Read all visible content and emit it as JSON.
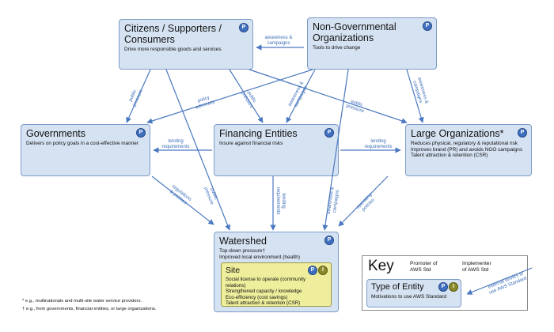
{
  "colors": {
    "box_fill": "#d5e2f1",
    "box_border": "#7d9cc7",
    "arrow": "#4a78c0",
    "site_fill": "#eeee9c",
    "promoter_badge": "#3f6fbf",
    "implementer_badge": "#8a8a2a"
  },
  "badges": {
    "promoter": "P",
    "implementer": "I"
  },
  "nodes": {
    "citizens": {
      "title": "Citizens / Supporters / Consumers",
      "desc": "Drive more responsible goods and services"
    },
    "ngo": {
      "title": "Non-Governmental Organizations",
      "desc": "Tools to drive change"
    },
    "governments": {
      "title": "Governments",
      "desc": "Delivers on policy goals in a cost-effective manner"
    },
    "financing": {
      "title": "Financing Entities",
      "desc": "Insure against financial risks"
    },
    "large_orgs": {
      "title": "Large Organizations*",
      "desc": [
        "Reduces physical, regulatory & reputational risk",
        "Improves brand (PR) and avoids NGO campaigns",
        "Talent attraction & retention (CSR)"
      ]
    },
    "watershed": {
      "title": "Watershed",
      "desc": [
        "Top-down pressure†",
        "Improved local environment (health)"
      ]
    },
    "site": {
      "title": "Site",
      "desc": [
        "Social license to operate (community relations)",
        "Strengthened capacity / knowledge",
        "Eco-efficiency (cost savings)",
        "Talent attraction & retention (CSR)"
      ]
    }
  },
  "edge_labels": {
    "ngo_citizens": [
      "awareness &",
      "campaigns"
    ],
    "citizens_gov": [
      "public",
      "pressure"
    ],
    "ngo_gov": [
      "policy",
      "advocacy"
    ],
    "citizens_fin": [
      "public",
      "pressure"
    ],
    "ngo_fin": [
      "awareness &",
      "campaigns"
    ],
    "citizens_large": [
      "public",
      "pressure"
    ],
    "ngo_large": [
      "awareness &",
      "campaigns"
    ],
    "fin_gov": [
      "lending",
      "requirements"
    ],
    "fin_large": [
      "lending",
      "requirements"
    ],
    "gov_watershed": [
      "regulations",
      "& policies"
    ],
    "citizens_watershed": [
      "public",
      "pressure"
    ],
    "fin_watershed": [
      "lending",
      "requirements"
    ],
    "ngo_watershed": [
      "awareness &",
      "campaigns"
    ],
    "large_watershed": [
      "operating",
      "policies"
    ]
  },
  "key": {
    "title": "Key",
    "promoter_label": [
      "Promoter of",
      "AWS Std"
    ],
    "implementer_label": [
      "Implementer",
      "of AWS Std"
    ],
    "entity_title": "Type of Entity",
    "entity_desc": "Motivations to use AWS Standard",
    "external_drivers": [
      "external drivers to",
      "use AWS Standard"
    ]
  },
  "footnotes": [
    "* e.g., multinationals and multi-site water service providers.",
    "† e.g., from governments, financial entities, or large organizations."
  ]
}
